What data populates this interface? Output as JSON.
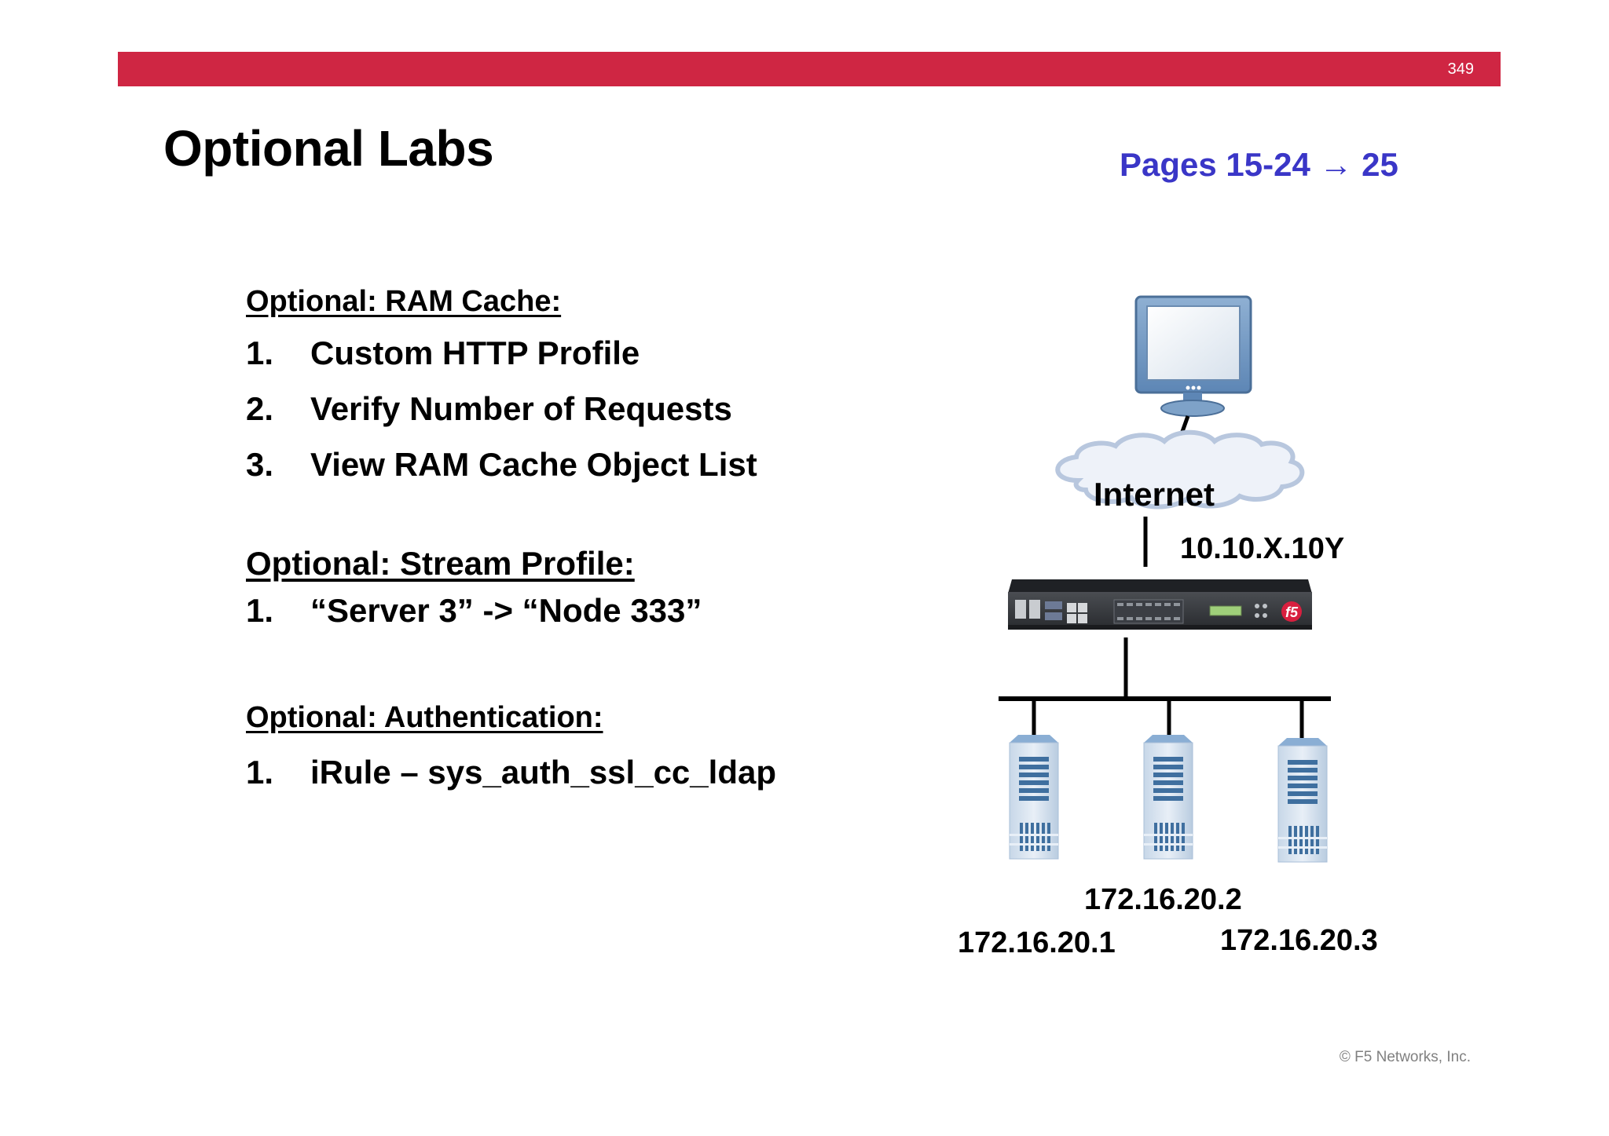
{
  "header": {
    "page_number": "349",
    "accent_color": "#cf2643"
  },
  "title": "Optional Labs",
  "pages_ref": {
    "text": "Pages 15-24 → 25",
    "color": "#3a36c7"
  },
  "sections": [
    {
      "heading": "Optional: RAM Cache:",
      "items": [
        {
          "num": "1.",
          "text": "Custom HTTP Profile"
        },
        {
          "num": "2.",
          "text": "Verify Number of Requests"
        },
        {
          "num": "3.",
          "text": "View RAM Cache Object List"
        }
      ]
    },
    {
      "heading": "Optional: Stream Profile:",
      "items": [
        {
          "num": "1.",
          "text": "“Server 3” -> “Node 333”"
        }
      ]
    },
    {
      "heading": "Optional: Authentication:",
      "items": [
        {
          "num": "1.",
          "text": "iRule – sys_auth_ssl_cc_ldap"
        }
      ]
    }
  ],
  "diagram": {
    "cloud_label": "Internet",
    "external_ip": "10.10.X.10Y",
    "device_logo": "f5",
    "server_ips": [
      "172.16.20.1",
      "172.16.20.2",
      "172.16.20.3"
    ]
  },
  "footer": "© F5 Networks, Inc."
}
